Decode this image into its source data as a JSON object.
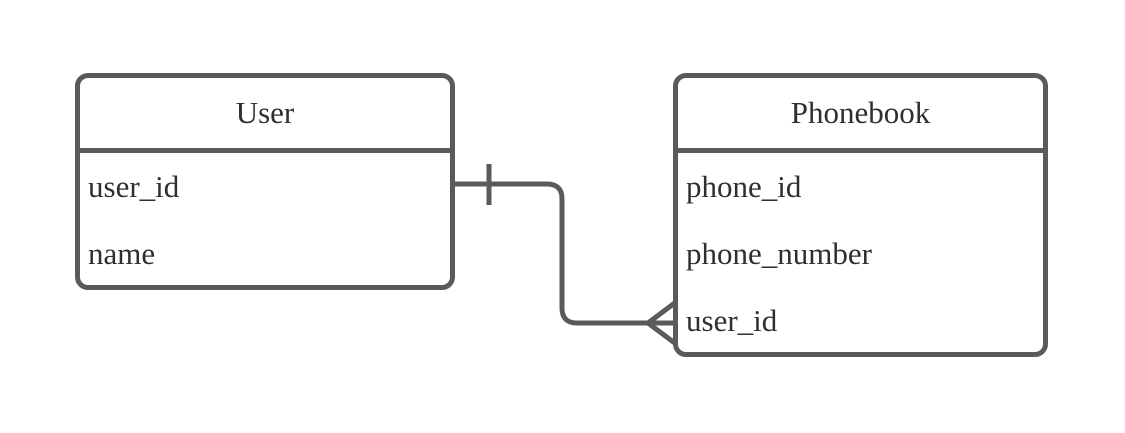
{
  "diagram": {
    "kind": "entity-relationship-diagram",
    "notation": "crows-foot",
    "colors": {
      "border": "#5a5a5a",
      "text": "#2f2f2f",
      "background": "#ffffff"
    },
    "entities": [
      {
        "title": "User",
        "fields": [
          "user_id",
          "name"
        ]
      },
      {
        "title": "Phonebook",
        "fields": [
          "phone_id",
          "phone_number",
          "user_id"
        ]
      }
    ],
    "relationships": [
      {
        "from_entity": "User",
        "to_entity": "Phonebook",
        "from_cardinality": "one",
        "to_cardinality": "many"
      }
    ]
  }
}
